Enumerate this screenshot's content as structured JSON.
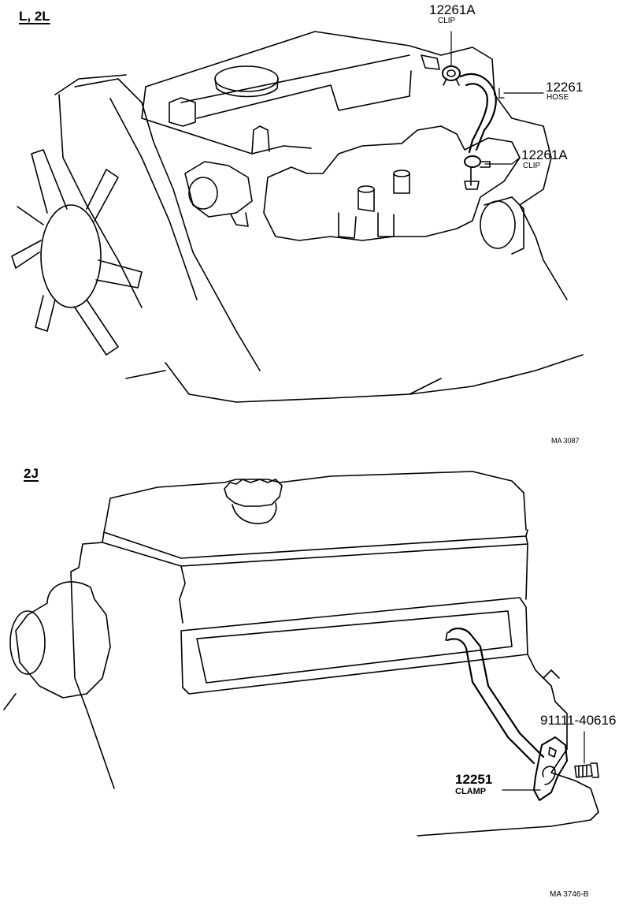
{
  "diagram_top": {
    "heading": "L, 2L",
    "labels": {
      "clip_top_number": "12261A",
      "clip_top_name": "CLIP",
      "hose_number": "12261",
      "hose_name": "HOSE",
      "clip_bottom_number": "12261A",
      "clip_bottom_name": "CLIP"
    },
    "figure_code": "MA 3087"
  },
  "diagram_bottom": {
    "heading": "2J",
    "labels": {
      "bolt_number": "91111-40616",
      "clamp_number": "12251",
      "clamp_name": "CLAMP"
    },
    "figure_code": "MA  3746-B"
  }
}
